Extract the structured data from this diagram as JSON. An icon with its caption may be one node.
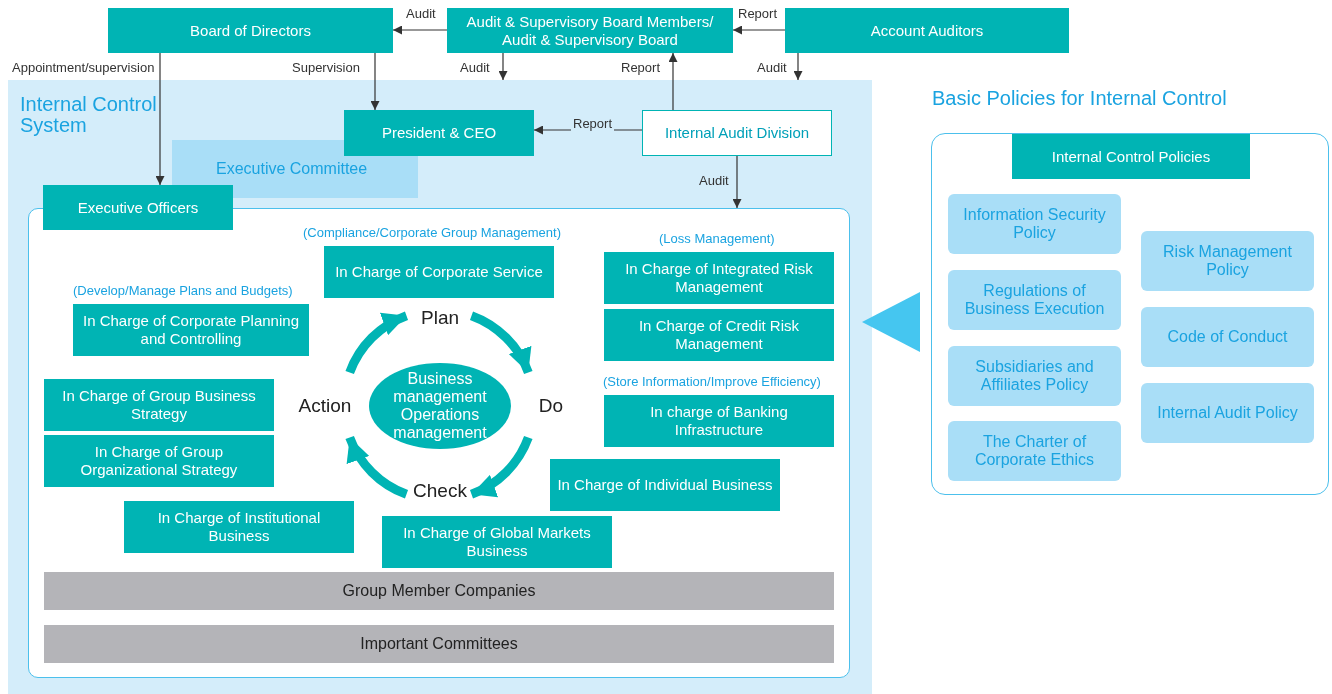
{
  "diagram": {
    "nodes": [
      {
        "text": [
          "Board of Directors"
        ]
      },
      {
        "text": [
          "Audit & Supervisory Board Members/ Audit & Supervisory Board"
        ]
      },
      {
        "text": [
          "Account Auditors"
        ]
      },
      {
        "text": [
          "Internal Control System"
        ]
      },
      {
        "text": [
          "President & CEO"
        ],
        "in": 3
      },
      {
        "text": [
          "Internal Audit Division"
        ],
        "in": 3
      },
      {
        "text": [
          "Executive Committee"
        ],
        "in": 3
      },
      {
        "text": [
          "Executive Officers"
        ],
        "in": 3
      },
      {
        "text": [],
        "shape": "box",
        "in": 3
      },
      {
        "text": [
          "In Charge of Corporate Service"
        ],
        "beside": [
          "(Compliance/Corporate Group Management)"
        ],
        "in": 8
      },
      {
        "text": [
          "In Charge of Integrated Risk Management"
        ],
        "beside": [
          "(Loss Management)"
        ],
        "in": 8
      },
      {
        "text": [
          "In Charge of Corporate Planning and Controlling"
        ],
        "beside": [
          "(Develop/Manage Plans and Budgets)"
        ],
        "in": 8
      },
      {
        "text": [
          "In Charge of Credit Risk Management"
        ],
        "in": 8
      },
      {
        "text": [
          "Plan"
        ],
        "in": 8
      },
      {
        "text": [
          "Business management Operations management"
        ],
        "in": 8
      },
      {
        "text": [
          "Action"
        ],
        "in": 8
      },
      {
        "text": [
          "Do"
        ],
        "in": 8
      },
      {
        "text": [
          "In Charge of Group Business Strategy"
        ],
        "in": 8
      },
      {
        "text": [
          "In charge of Banking Infrastructure"
        ],
        "beside": [
          "(Store Information/Improve Efficiency)"
        ],
        "in": 8
      },
      {
        "text": [
          "In Charge of Group Organizational Strategy"
        ],
        "in": 8
      },
      {
        "text": [
          "Check"
        ],
        "in": 8
      },
      {
        "text": [
          "In Charge of Individual Business"
        ],
        "in": 8
      },
      {
        "text": [
          "In Charge of Institutional Business"
        ],
        "in": 8
      },
      {
        "text": [
          "In Charge of Global Markets Business"
        ],
        "in": 8
      },
      {
        "text": [
          "Group Member Companies"
        ],
        "in": 8
      },
      {
        "text": [
          "Important Committees"
        ],
        "in": 8
      },
      {
        "text": [
          "Basic Policies for Internal Control"
        ]
      },
      {
        "text": [
          "Internal Control Policies"
        ],
        "in": 26
      },
      {
        "text": [
          "Information Security Policy"
        ],
        "in": 26
      },
      {
        "text": [
          "Risk Management Policy"
        ],
        "in": 26
      },
      {
        "text": [
          "Regulations of Business Execution"
        ],
        "in": 26
      },
      {
        "text": [
          "Code of Conduct"
        ],
        "in": 26
      },
      {
        "text": [
          "Subsidiaries and Affiliates Policy"
        ],
        "in": 26
      },
      {
        "text": [
          "Internal Audit Policy"
        ],
        "in": 26
      },
      {
        "text": [
          "The Charter of Corporate Ethics"
        ],
        "in": 26
      }
    ],
    "edges": [
      {
        "from": 1,
        "to": 0,
        "arrow": "to",
        "label": "Audit"
      },
      {
        "from": 2,
        "to": 1,
        "arrow": "to",
        "label": "Report"
      },
      {
        "from": 1,
        "to": 3,
        "arrow": "to",
        "label": "Audit"
      },
      {
        "from": 5,
        "to": 1,
        "arrow": "to",
        "label": "Report"
      },
      {
        "from": 2,
        "to": 3,
        "arrow": "to",
        "label": "Audit"
      },
      {
        "from": 0,
        "to": 4,
        "arrow": "to",
        "label": "Supervision"
      },
      {
        "from": 0,
        "to": 7,
        "arrow": "to",
        "label": "Appointment/supervision"
      },
      {
        "from": 5,
        "to": 4,
        "arrow": "to",
        "label": "Report"
      },
      {
        "from": 5,
        "to": 8,
        "arrow": "to",
        "label": "Audit"
      },
      {
        "from": 13,
        "to": 16,
        "arrow": "to",
        "style": "thick",
        "color": "#00b4b4"
      },
      {
        "from": 16,
        "to": 20,
        "arrow": "to",
        "style": "thick",
        "color": "#00b4b4"
      },
      {
        "from": 20,
        "to": 15,
        "arrow": "to",
        "style": "thick",
        "color": "#00b4b4"
      },
      {
        "from": 15,
        "to": 13,
        "arrow": "to",
        "style": "thick",
        "color": "#00b4b4"
      },
      {
        "from": 26,
        "to": 3,
        "arrow": "to",
        "style": "thick",
        "color": "#45c6f0"
      }
    ]
  }
}
